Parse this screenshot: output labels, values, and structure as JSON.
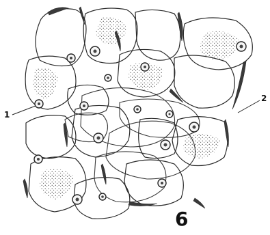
{
  "figure": {
    "panel_number": "6",
    "labels": [
      {
        "id": "1",
        "text": "1"
      },
      {
        "id": "2",
        "text": "2"
      }
    ]
  }
}
